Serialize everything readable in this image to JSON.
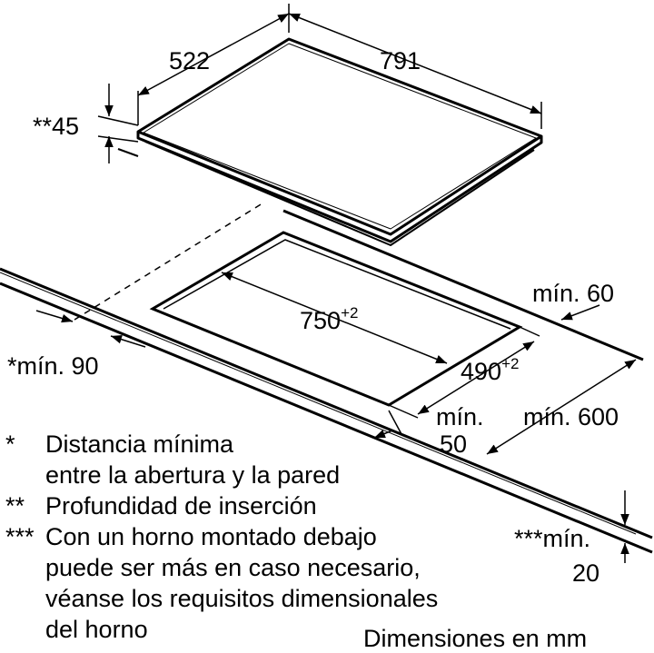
{
  "dimensions": {
    "depth": "522",
    "width": "791",
    "insertion_depth": "**45",
    "cutout_width": "750",
    "cutout_width_tol": "+2",
    "cutout_depth": "490",
    "cutout_depth_tol": "+2",
    "min_back": "mín. 60",
    "min_front": "mín.",
    "min_front_value": "50",
    "min_side": "*mín. 90",
    "min_worktop_depth": "mín. 600",
    "min_worktop_thickness": "***mín.",
    "min_worktop_thickness_value": "20"
  },
  "notes": [
    {
      "mark": "*",
      "lines": [
        "Distancia mínima",
        "entre la abertura y la pared"
      ]
    },
    {
      "mark": "**",
      "lines": [
        "Profundidad de inserción"
      ]
    },
    {
      "mark": "***",
      "lines": [
        "Con un horno montado debajo",
        "puede ser más en caso necesario,",
        "véanse los requisitos dimensionales",
        "del horno"
      ]
    }
  ],
  "units_note": "Dimensiones en mm"
}
